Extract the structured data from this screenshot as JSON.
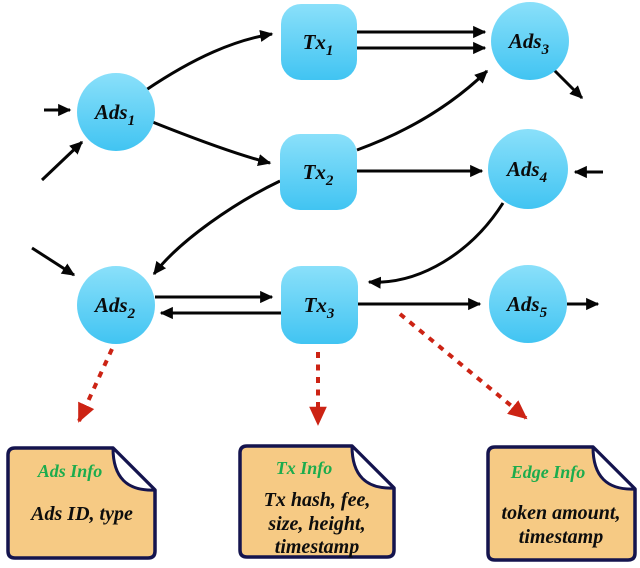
{
  "diagram": {
    "nodes": [
      {
        "id": "ads1",
        "label": "Ads",
        "sub": "1",
        "shape": "circle"
      },
      {
        "id": "ads2",
        "label": "Ads",
        "sub": "2",
        "shape": "circle"
      },
      {
        "id": "ads3",
        "label": "Ads",
        "sub": "3",
        "shape": "circle"
      },
      {
        "id": "ads4",
        "label": "Ads",
        "sub": "4",
        "shape": "circle"
      },
      {
        "id": "ads5",
        "label": "Ads",
        "sub": "5",
        "shape": "circle"
      },
      {
        "id": "tx1",
        "label": "Tx",
        "sub": "1",
        "shape": "rounded-square"
      },
      {
        "id": "tx2",
        "label": "Tx",
        "sub": "2",
        "shape": "rounded-square"
      },
      {
        "id": "tx3",
        "label": "Tx",
        "sub": "3",
        "shape": "rounded-square"
      }
    ],
    "edges": [
      {
        "from": "external-left",
        "to": "ads1"
      },
      {
        "from": "external-lower-left",
        "to": "ads1"
      },
      {
        "from": "ads1",
        "to": "tx1"
      },
      {
        "from": "ads1",
        "to": "tx2"
      },
      {
        "from": "tx1",
        "to": "ads3",
        "count": 2
      },
      {
        "from": "tx2",
        "to": "ads3"
      },
      {
        "from": "tx2",
        "to": "ads4"
      },
      {
        "from": "tx2",
        "to": "ads2"
      },
      {
        "from": "external-left",
        "to": "ads2"
      },
      {
        "from": "external-right",
        "to": "ads4"
      },
      {
        "from": "ads2",
        "to": "tx3"
      },
      {
        "from": "tx3",
        "to": "ads2"
      },
      {
        "from": "ads4",
        "to": "tx3"
      },
      {
        "from": "tx3",
        "to": "ads5"
      },
      {
        "from": "ads3",
        "to": "external-right"
      },
      {
        "from": "ads5",
        "to": "external-right"
      }
    ],
    "annotations": [
      {
        "from": "ads2",
        "to": "note-ads-info",
        "style": "red-dashed"
      },
      {
        "from": "tx3",
        "to": "note-tx-info",
        "style": "red-dashed"
      },
      {
        "from": "edge-tx3-ads5",
        "to": "note-edge-info",
        "style": "red-dashed"
      }
    ],
    "notes": [
      {
        "id": "ads-info",
        "title": "Ads Info",
        "lines": [
          "Ads ID, type"
        ]
      },
      {
        "id": "tx-info",
        "title": "Tx Info",
        "lines": [
          "Tx hash, fee,",
          "size, height,",
          "timestamp"
        ]
      },
      {
        "id": "edge-info",
        "title": "Edge Info",
        "lines": [
          "token amount,",
          "timestamp"
        ]
      }
    ],
    "colors": {
      "node_gradient_top": "#8AE0FA",
      "node_gradient_bottom": "#41C4F2",
      "note_fill": "#F6CA84",
      "note_border": "#14144E",
      "note_title_green": "#1CAC4D",
      "edge_black": "#050505",
      "annotation_red": "#CC2314"
    }
  }
}
